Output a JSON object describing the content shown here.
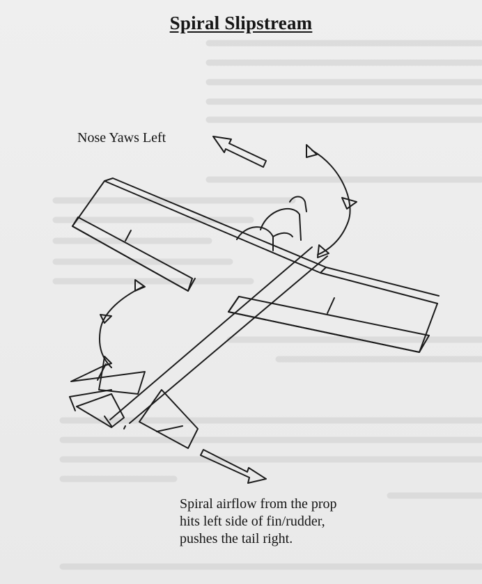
{
  "title": "Spiral Slipstream",
  "labels": {
    "nose_yaw": "Nose Yaws Left",
    "spiral_airflow": "Spiral airflow from the prop\nhits left side of fin/rudder,\npushes the tail right."
  },
  "colors": {
    "ink": "#161616",
    "paper": "#ececec",
    "bleed_text": "#c4c4c4"
  },
  "icons": [
    "yaw-arrow-icon",
    "tail-arrow-icon",
    "prop-rotation-arrow-icon",
    "wing-rotation-arrow-icon"
  ]
}
